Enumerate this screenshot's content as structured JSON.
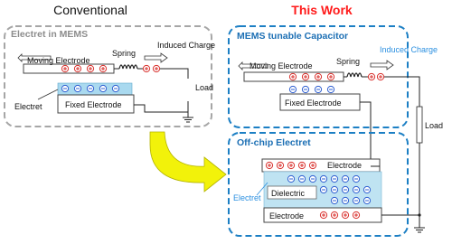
{
  "headings": {
    "conventional": "Conventional",
    "this_work": "This Work"
  },
  "conventional_panel": {
    "title": "Electret in MEMS",
    "moving_electrode": "Moving Electrode",
    "spring": "Spring",
    "induced_charge": "Induced Charge",
    "electret": "Electret",
    "fixed_electrode": "Fixed Electrode",
    "load": "Load"
  },
  "mems_panel": {
    "title": "MEMS tunable Capacitor",
    "moving_electrode": "Moving Electrode",
    "spring": "Spring",
    "induced_charge": "Induced Charge",
    "fixed_electrode": "Fixed Electrode"
  },
  "offchip_panel": {
    "title": "Off-chip Electret",
    "electrode_top": "Electrode",
    "electret": "Electret",
    "dielectric": "Dielectric",
    "electrode_bottom": "Electrode"
  },
  "shared": {
    "load": "Load"
  },
  "colors": {
    "heading_red": "#ff1a1a",
    "panel_blue": "#1c7fc4",
    "panel_gray": "#a6a6a6",
    "charge_blue": "#2e5fd1",
    "charge_red": "#d9302c",
    "arrow_yellow": "#f2f20a",
    "induced_blue": "#2a8fe0"
  }
}
